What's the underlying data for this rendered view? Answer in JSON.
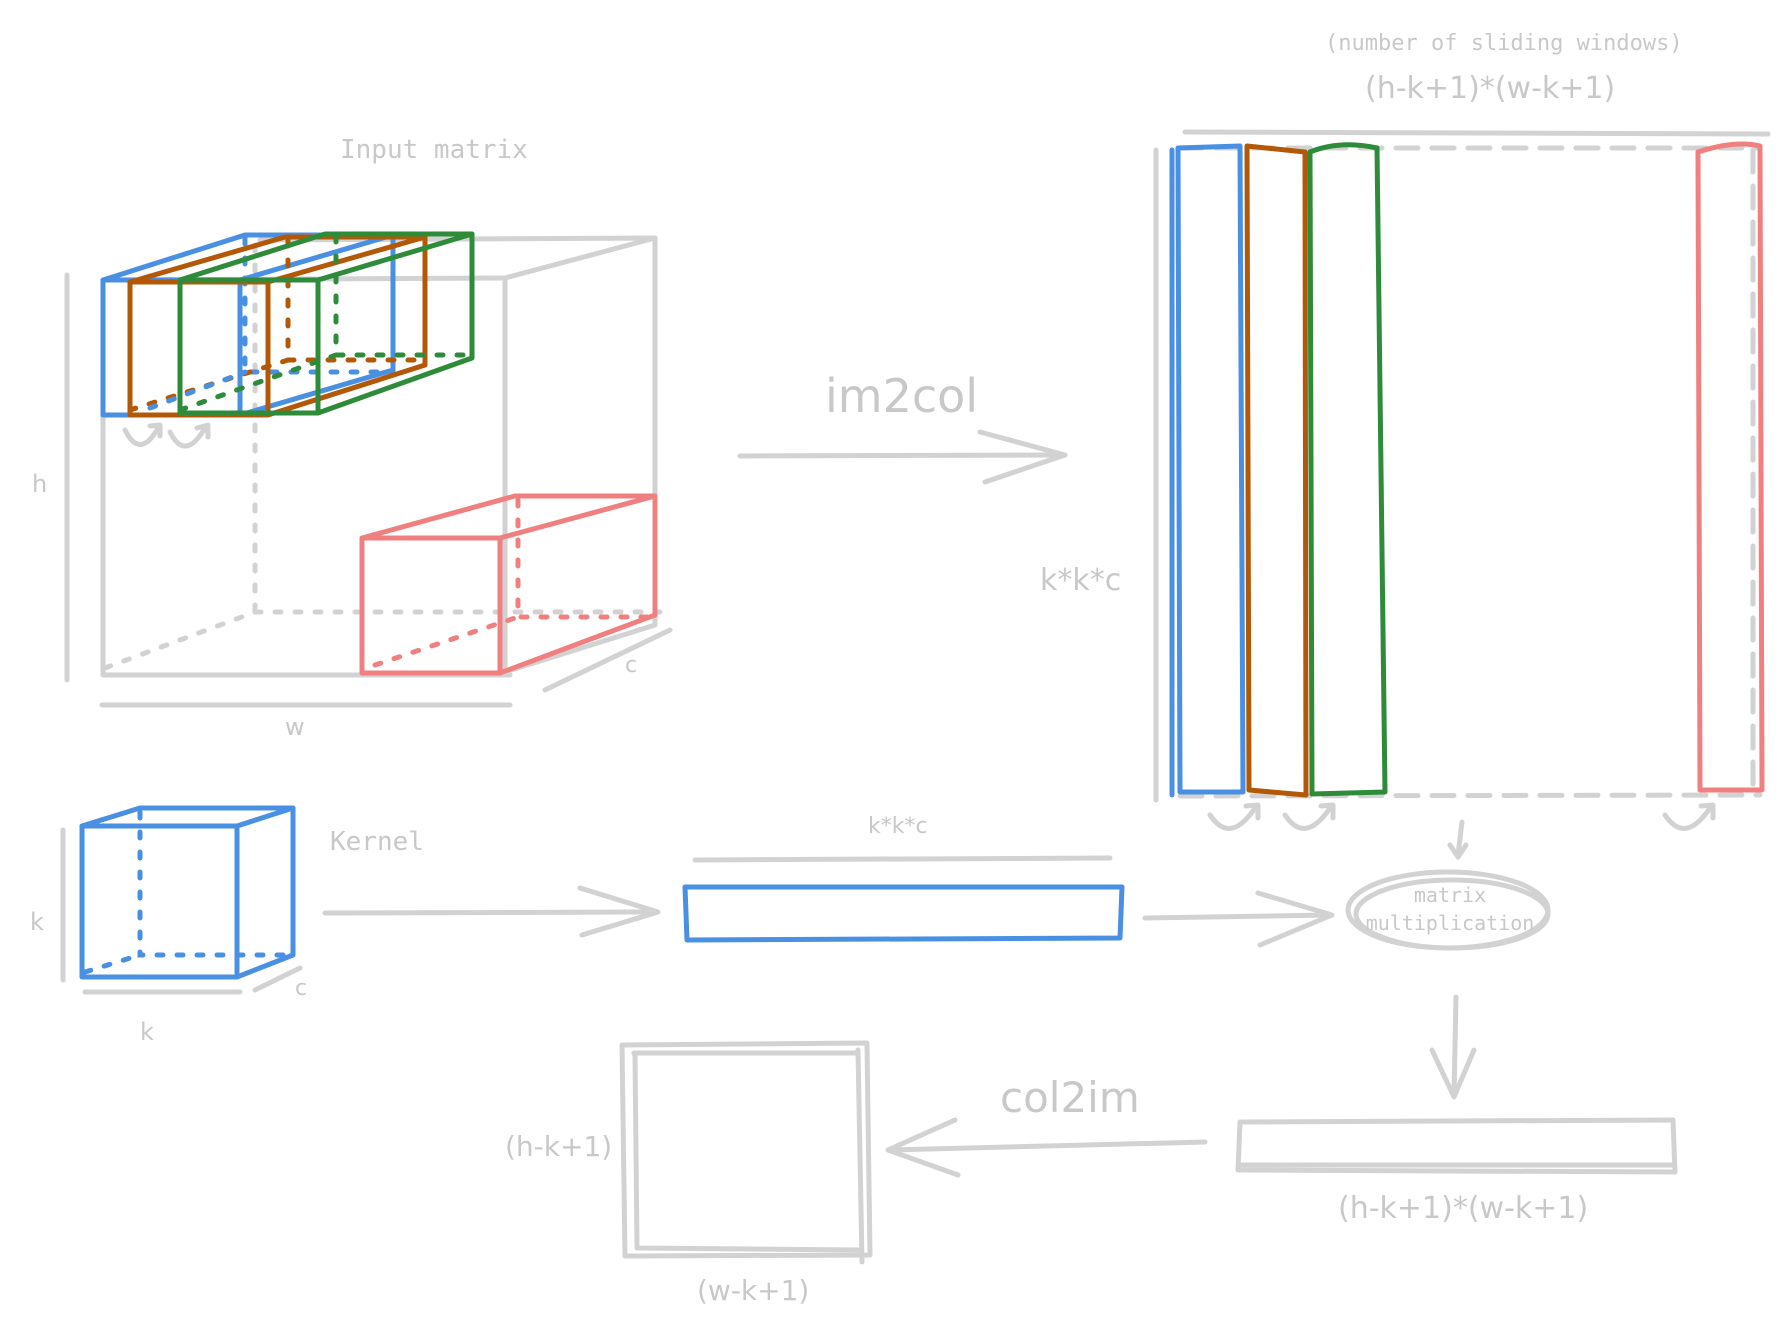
{
  "labels": {
    "input_matrix": "Input matrix",
    "h": "h",
    "w": "w",
    "c_input": "c",
    "im2col": "im2col",
    "num_windows_note": "(number of sliding windows)",
    "windows_formula_top": "(h-k+1)*(w-k+1)",
    "kkc_side": "k*k*c",
    "kernel": "Kernel",
    "k_side": "k",
    "k_bottom": "k",
    "c_kernel": "c",
    "kkc_top": "k*k*c",
    "matrix_mult_1": "matrix",
    "matrix_mult_2": "multiplication",
    "col2im": "col2im",
    "windows_formula_bottom": "(h-k+1)*(w-k+1)",
    "out_h": "(h-k+1)",
    "out_w": "(w-k+1)"
  },
  "colors": {
    "gray": "#d2d2d2",
    "blue": "#4a90e2",
    "orange": "#b35806",
    "green": "#2e8b3a",
    "red": "#f08080",
    "label": "#c8c8c8"
  }
}
